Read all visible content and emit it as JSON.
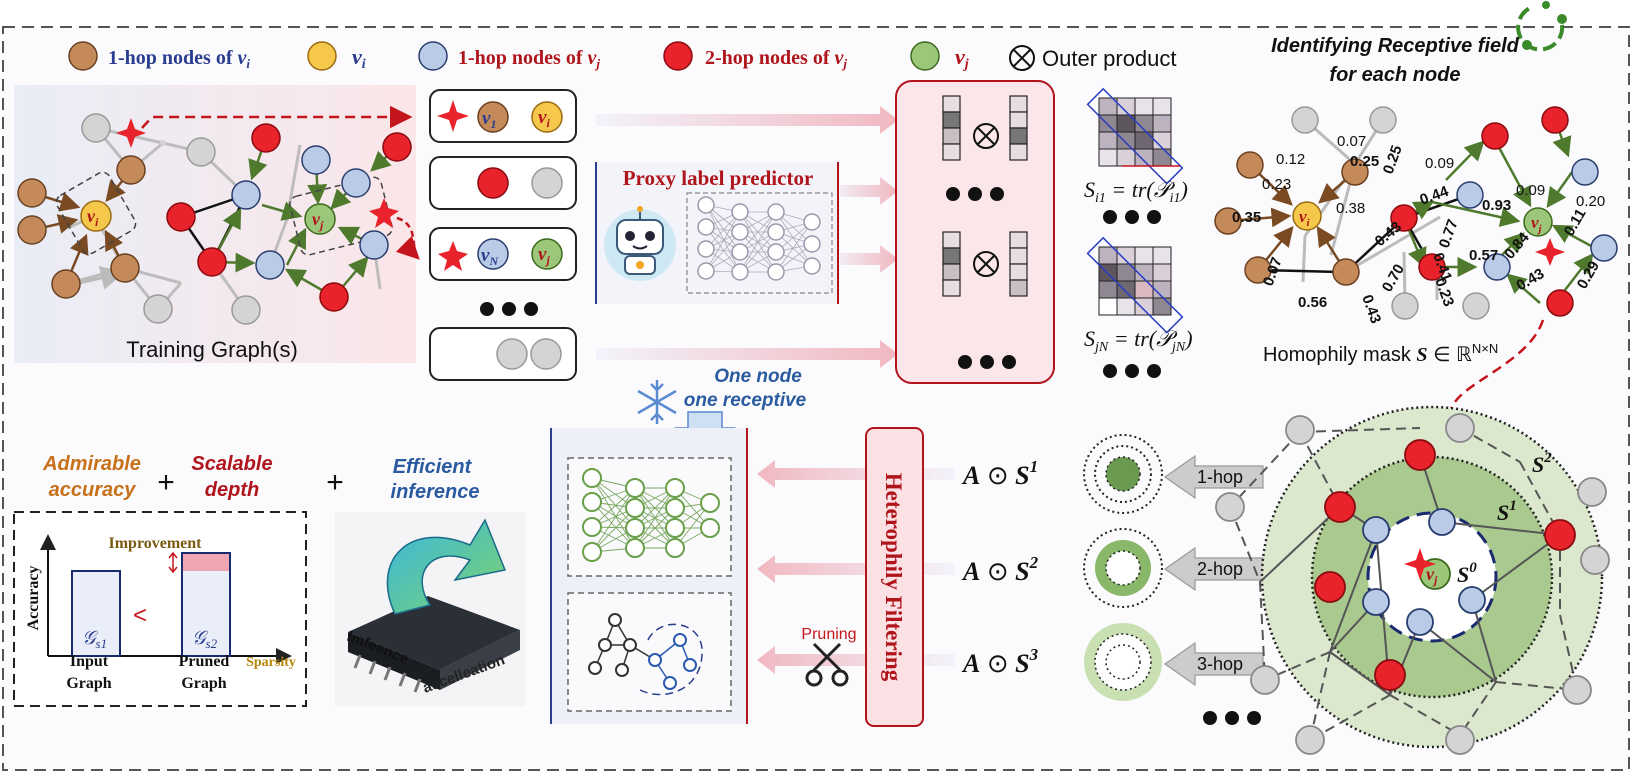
{
  "colors": {
    "brown": "#c58a5a",
    "yellow": "#f5c84c",
    "blue": "#b9cbe6",
    "red": "#e8232b",
    "green": "#9cc77b",
    "gray": "#c9c9c9",
    "dark_red": "#b0151c",
    "navy": "#2a3d8f",
    "orange": "#c8701a"
  },
  "legend": {
    "hop1_vi": "1-hop nodes of",
    "vi": "v",
    "hop1_vj": "1-hop nodes of",
    "hop2_vj": "2-hop nodes of",
    "vj": "v",
    "sub_i": "i",
    "sub_j": "j",
    "outer_product": "Outer product"
  },
  "title": {
    "line1": "Identifying Receptive field",
    "line2": "for each node"
  },
  "training": {
    "label": "Training Graph(s)",
    "vi": "v",
    "vi_sub": "i",
    "vj": "v",
    "vj_sub": "j"
  },
  "pairs": {
    "v1": "v",
    "v1_sub": "1",
    "vi": "v",
    "vi_sub": "i",
    "vN": "v",
    "vN_sub": "N",
    "vj": "v",
    "vj_sub": "j"
  },
  "proxy": {
    "title": "Proxy label predictor"
  },
  "formulas": {
    "s_i1": "S",
    "s_i1_sub": "i1",
    "s_i1_rhs": " = tr(𝒫",
    "s_i1_rhs_sub": "i1",
    "s_jN": "S",
    "s_jN_sub": "jN",
    "s_jN_rhs": " = tr(𝒫",
    "s_jN_rhs_sub": "jN",
    "close": ")"
  },
  "homophily": {
    "label": "Homophily mask ",
    "S": "S",
    "in": " ∈ ℝ",
    "sup": "N×N",
    "weights": [
      "0.07",
      "0.12",
      "0.23",
      "0.38",
      "0.35",
      "0.07",
      "0.56",
      "0.43",
      "0.43",
      "0.70",
      "0.25",
      "0.25",
      "0.09",
      "0.44",
      "0.41",
      "0.77",
      "0.23",
      "0.93",
      "0.09",
      "0.20",
      "0.57",
      "0.84",
      "0.11",
      "0.43",
      "0.29"
    ]
  },
  "one_node": {
    "line1": "One node",
    "line2": "one receptive"
  },
  "bottom_left": {
    "admirable1": "Admirable",
    "admirable2": "accuracy",
    "scalable1": "Scalable",
    "scalable2": "depth",
    "plus": "+",
    "efficient1": "Efficient",
    "efficient2": "inference"
  },
  "chart": {
    "improvement": "Improvement",
    "accuracy": "Accuracy",
    "less": "<",
    "g1": "𝒢",
    "g1_sub": "s1",
    "g2": "𝒢",
    "g2_sub": "s2",
    "input1": "Input",
    "input2": "Graph",
    "pruned1": "Pruned",
    "pruned2": "Graph",
    "sparsity": "Sparsity"
  },
  "chip": {
    "text1": "Imfeence",
    "text2": "accelleation"
  },
  "heterophily": {
    "label": "Heterophily Filtering",
    "pruning": "Pruning"
  },
  "filters": [
    {
      "A": "A",
      "op": " ⊙ ",
      "S": "S",
      "sup": "1"
    },
    {
      "A": "A",
      "op": " ⊙ ",
      "S": "S",
      "sup": "2"
    },
    {
      "A": "A",
      "op": " ⊙ ",
      "S": "S",
      "sup": "3"
    }
  ],
  "hops": [
    "1-hop",
    "2-hop",
    "3-hop"
  ],
  "rings": {
    "S2": "S",
    "S2_sup": "2",
    "S1": "S",
    "S1_sup": "1",
    "S0": "S",
    "S0_sup": "0",
    "vj": "v",
    "vj_sub": "j"
  }
}
